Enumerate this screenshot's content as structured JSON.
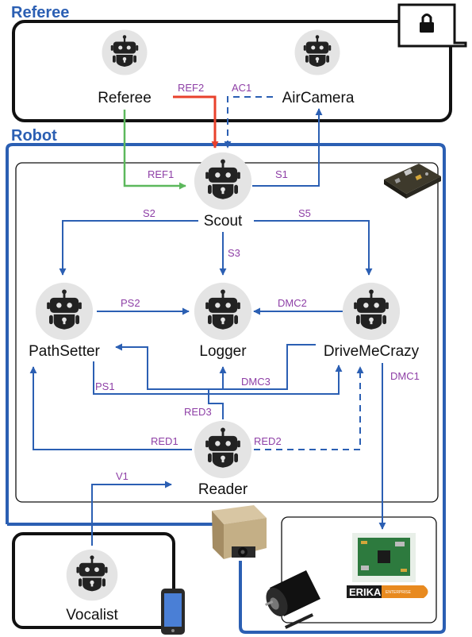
{
  "zones": {
    "referee_title": "Referee",
    "robot_title": "Robot"
  },
  "nodes": {
    "referee": "Referee",
    "aircamera": "AirCamera",
    "scout": "Scout",
    "pathsetter": "PathSetter",
    "logger": "Logger",
    "drivemecrazy": "DriveMeCrazy",
    "reader": "Reader",
    "vocalist": "Vocalist"
  },
  "edges": {
    "ref1": "REF1",
    "ref2": "REF2",
    "ac1": "AC1",
    "s1": "S1",
    "s2": "S2",
    "s3": "S3",
    "s5": "S5",
    "ps1": "PS1",
    "ps2": "PS2",
    "dmc1": "DMC1",
    "dmc2": "DMC2",
    "dmc3": "DMC3",
    "red1": "RED1",
    "red2": "RED2",
    "red3": "RED3",
    "v1": "V1"
  },
  "hardware": {
    "board_brand": "ERIKA",
    "board_brand_sub": "ENTERPRISE"
  },
  "colors": {
    "blue": "#2b5fb3",
    "green": "#5cb85c",
    "red": "#e8412c",
    "label_purple": "#8e3fa6",
    "node_circle": "#e4e4e4",
    "robot_icon": "#222222"
  },
  "icons": {
    "robot": "robot-icon",
    "lock": "lock-icon",
    "phone": "smartphone-icon"
  }
}
